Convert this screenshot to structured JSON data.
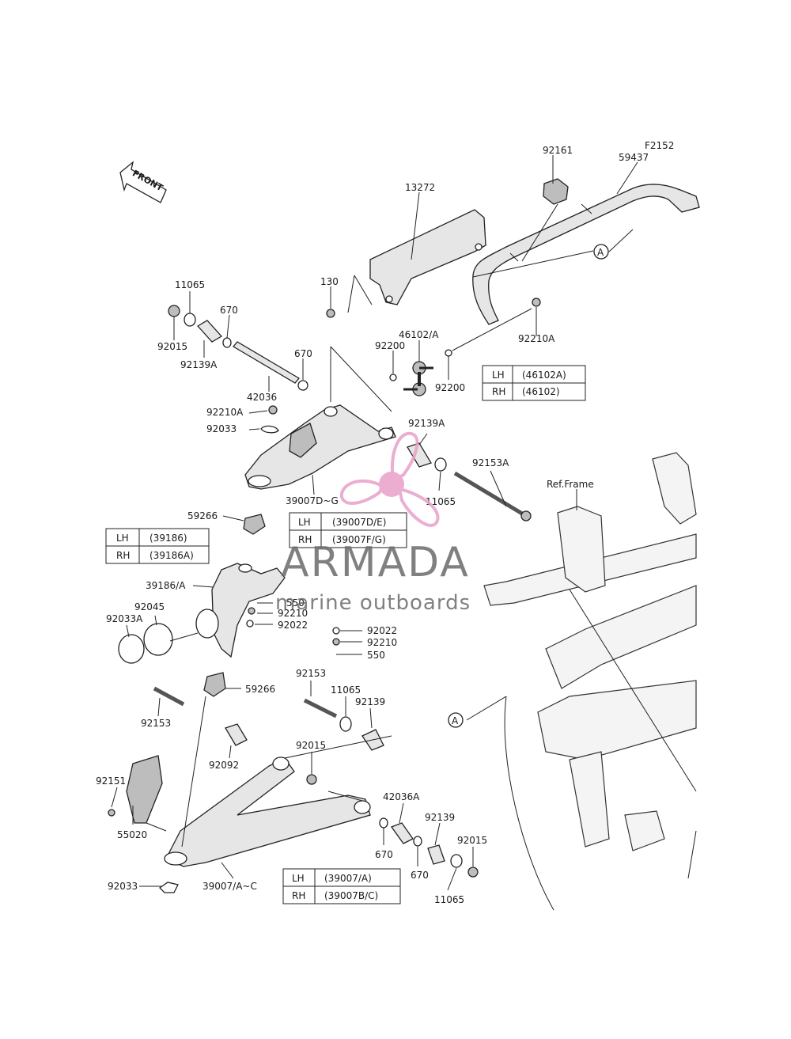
{
  "diagram": {
    "code": "F2152",
    "front_label": "FRONT",
    "ref_frame": "Ref.Frame",
    "ref_a": "A"
  },
  "labels": {
    "l92161": "92161",
    "l59437": "59437",
    "l13272": "13272",
    "l130": "130",
    "l92210A_top": "92210A",
    "l46102A": "46102/A",
    "l92200a": "92200",
    "l92200b": "92200",
    "l11065a": "11065",
    "l670a": "670",
    "l92015a": "92015",
    "l92139Aa": "92139A",
    "l670b": "670",
    "l42036": "42036",
    "l92210A_mid": "92210A",
    "l92033": "92033",
    "l92139Ab": "92139A",
    "l11065b": "11065",
    "l92153A": "92153A",
    "l39007DG": "39007D~G",
    "l59266a": "59266",
    "l39186A": "39186/A",
    "l92045": "92045",
    "l92033A": "92033A",
    "l550a": "550",
    "l92210a": "92210",
    "l92022a": "92022",
    "l92022b": "92022",
    "l92210b": "92210",
    "l550b": "550",
    "l59266b": "59266",
    "l92153a": "92153",
    "l92153b": "92153",
    "l11065c": "11065",
    "l92139a": "92139",
    "l92092": "92092",
    "l92015b": "92015",
    "l92151": "92151",
    "l42036A": "42036A",
    "l92139b": "92139",
    "l92015c": "92015",
    "l55020": "55020",
    "l670c": "670",
    "l670d": "670",
    "l92033b": "92033",
    "l39007AC": "39007/A~C",
    "l11065d": "11065"
  },
  "tables": {
    "t46102": {
      "r1a": "LH",
      "r1b": "(46102A)",
      "r2a": "RH",
      "r2b": "(46102)"
    },
    "t39007DG": {
      "r1a": "LH",
      "r1b": "(39007D/E)",
      "r2a": "RH",
      "r2b": "(39007F/G)"
    },
    "t39186": {
      "r1a": "LH",
      "r1b": "(39186)",
      "r2a": "RH",
      "r2b": "(39186A)"
    },
    "t39007AC": {
      "r1a": "LH",
      "r1b": "(39007/A)",
      "r2a": "RH",
      "r2b": "(39007B/C)"
    }
  },
  "watermark": {
    "brand": "ARMADA",
    "tagline": "marine outboards",
    "brand_color": "#6b6b6b",
    "logo_color": "#e8a0c8"
  }
}
